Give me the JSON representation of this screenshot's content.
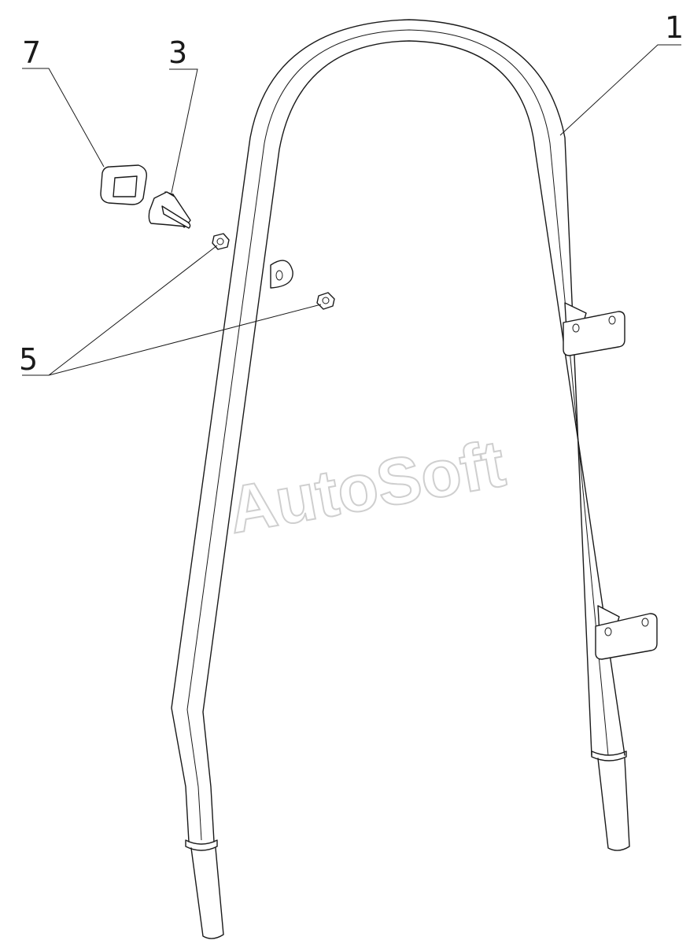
{
  "callouts": [
    {
      "id": "1",
      "label": "1"
    },
    {
      "id": "3",
      "label": "3"
    },
    {
      "id": "5",
      "label": "5"
    },
    {
      "id": "7",
      "label": "7"
    }
  ],
  "watermark": "AutoSoft",
  "colors": {
    "line": "#1a1a1a",
    "watermark_outline": "#cfcfcf",
    "background": "#ffffff"
  }
}
